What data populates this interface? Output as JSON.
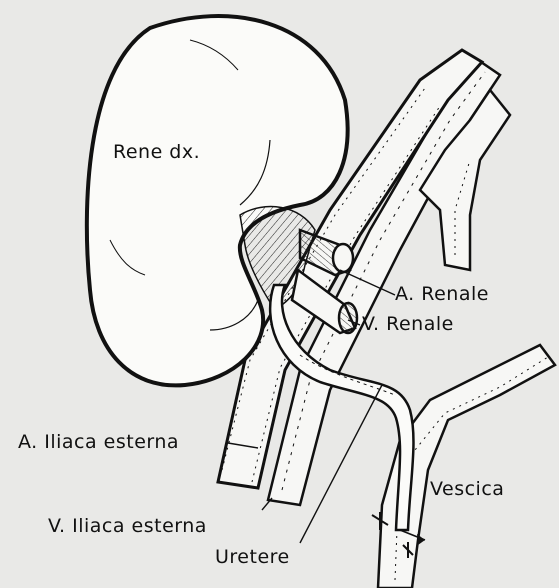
{
  "labels": {
    "kidney": "Rene dx.",
    "renal_artery": "A. Renale",
    "renal_vein": "V. Renale",
    "external_iliac_artery": "A. Iliaca esterna",
    "external_iliac_vein": "V. Iliaca esterna",
    "ureter": "Uretere",
    "bladder": "Vescica"
  },
  "colors": {
    "ink": "#111111",
    "paper": "#e9e9e7",
    "vessel_fill": "#f7f7f5"
  }
}
